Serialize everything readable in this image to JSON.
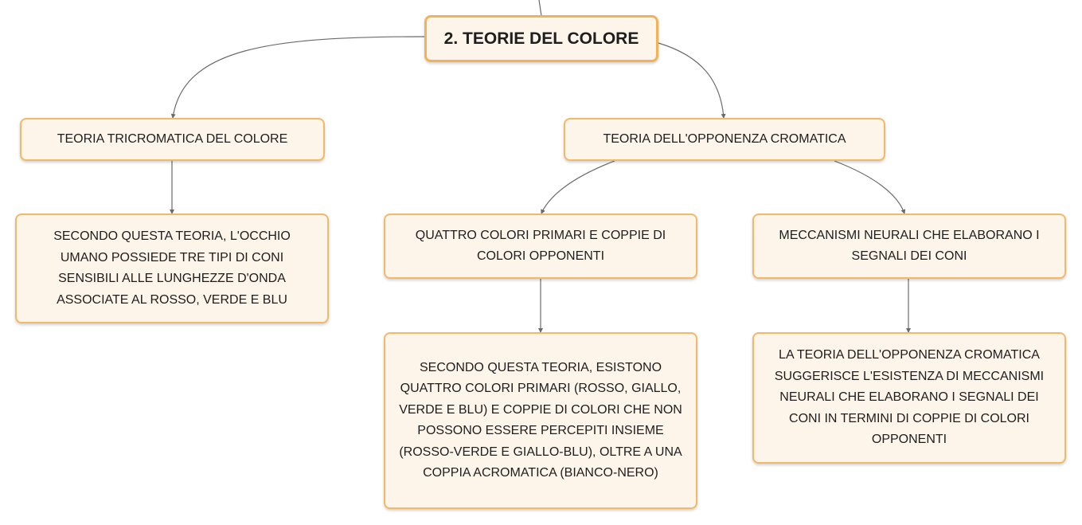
{
  "colors": {
    "node_fill": "#fdf4ea",
    "node_border": "#f3b968",
    "connector": "#6b6b6b"
  },
  "root": {
    "title": "2. TEORIE DEL COLORE"
  },
  "branches": {
    "trichromatic": {
      "title": "TEORIA TRICROMATICA DEL COLORE",
      "detail": "SECONDO QUESTA TEORIA, L'OCCHIO UMANO POSSIEDE TRE TIPI DI CONI SENSIBILI ALLE LUNGHEZZE D'ONDA ASSOCIATE AL ROSSO, VERDE E BLU"
    },
    "opponent": {
      "title": "TEORIA DELL'OPPONENZA CROMATICA",
      "primaries": {
        "title": "QUATTRO COLORI PRIMARI E COPPIE DI COLORI OPPONENTI",
        "detail": "SECONDO QUESTA TEORIA, ESISTONO QUATTRO COLORI PRIMARI (ROSSO, GIALLO, VERDE E BLU) E COPPIE DI COLORI CHE NON POSSONO ESSERE PERCEPITI INSIEME (ROSSO-VERDE E GIALLO-BLU), OLTRE A UNA COPPIA ACROMATICA (BIANCO-NERO)"
      },
      "neural": {
        "title": "MECCANISMI NEURALI CHE ELABORANO I SEGNALI DEI CONI",
        "detail": "LA TEORIA DELL'OPPONENZA CROMATICA SUGGERISCE L'ESISTENZA DI MECCANISMI NEURALI CHE ELABORANO I SEGNALI DEI CONI IN TERMINI DI COPPIE DI COLORI OPPONENTI"
      }
    }
  }
}
